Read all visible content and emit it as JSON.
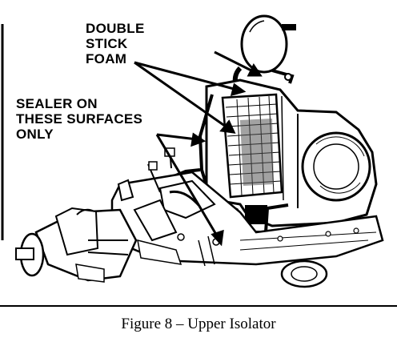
{
  "callouts": {
    "foam_lines": [
      "DOUBLE",
      "STICK",
      "FOAM"
    ],
    "sealer_lines": [
      "SEALER ON",
      "THESE SURFACES",
      "ONLY"
    ]
  },
  "caption": "Figure 8 – Upper Isolator"
}
